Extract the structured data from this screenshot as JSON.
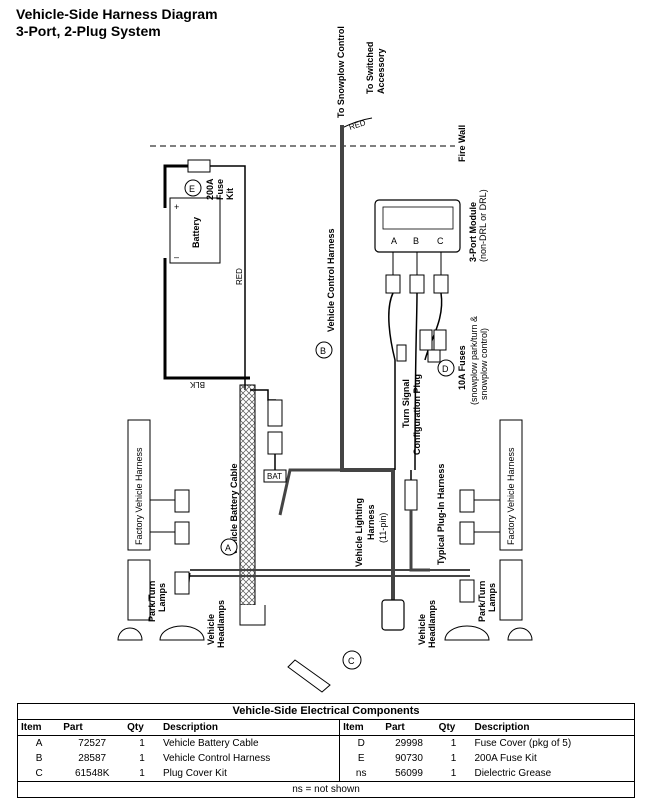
{
  "title": {
    "line1": "Vehicle-Side Harness Diagram",
    "line2": "3-Port, 2-Plug System"
  },
  "labels": {
    "to_snowplow_control": "To Snowplow Control",
    "to_switched_1": "To Switched",
    "to_switched_2": "Accessory",
    "red_top": "RED",
    "fire_wall": "Fire Wall",
    "battery": "Battery",
    "plus": "+",
    "minus": "–",
    "fuse_kit_1": "200A",
    "fuse_kit_2": "Fuse",
    "fuse_kit_3": "Kit",
    "red_battery": "RED",
    "blk": "BLK",
    "vehicle_control_harness": "Vehicle Control Harness",
    "module_1": "3-Port Module",
    "module_2": "(non-DRL or DRL)",
    "port_a": "A",
    "port_b": "B",
    "port_c": "C",
    "fuses_1": "10A Fuses",
    "fuses_2": "(snowplow park/turn &",
    "fuses_3": "snowplow control)",
    "turn_signal_1": "Turn Signal",
    "turn_signal_2": "Configuration Plug",
    "bat": "BAT",
    "vehicle_battery_cable": "Vehicle Battery Cable",
    "vehicle_lighting_1": "Vehicle Lighting",
    "vehicle_lighting_2": "Harness",
    "vehicle_lighting_3": "(11-pin)",
    "typical_plug_in": "Typical Plug-In Harness",
    "factory_left": "Factory Vehicle Harness",
    "factory_right": "Factory Vehicle Harness",
    "park_turn_left_1": "Park/Turn",
    "park_turn_left_2": "Lamps",
    "park_turn_right_1": "Park/Turn",
    "park_turn_right_2": "Lamps",
    "headlamps_left_1": "Vehicle",
    "headlamps_left_2": "Headlamps",
    "headlamps_right_1": "Vehicle",
    "headlamps_right_2": "Headlamps",
    "callout_a": "A",
    "callout_b": "B",
    "callout_c": "C",
    "callout_d": "D",
    "callout_e": "E"
  },
  "table": {
    "caption": "Vehicle-Side Electrical Components",
    "headers": [
      "Item",
      "Part",
      "Qty",
      "Description",
      "Item",
      "Part",
      "Qty",
      "Description"
    ],
    "rows": [
      [
        "A",
        "72527",
        "1",
        "Vehicle Battery Cable",
        "D",
        "29998",
        "1",
        "Fuse Cover (pkg of 5)"
      ],
      [
        "B",
        "28587",
        "1",
        "Vehicle Control Harness",
        "E",
        "90730",
        "1",
        "200A Fuse Kit"
      ],
      [
        "C",
        "61548K",
        "1",
        "Plug Cover Kit",
        "ns",
        "56099",
        "1",
        "Dielectric Grease"
      ]
    ],
    "footnote": "ns = not shown"
  }
}
